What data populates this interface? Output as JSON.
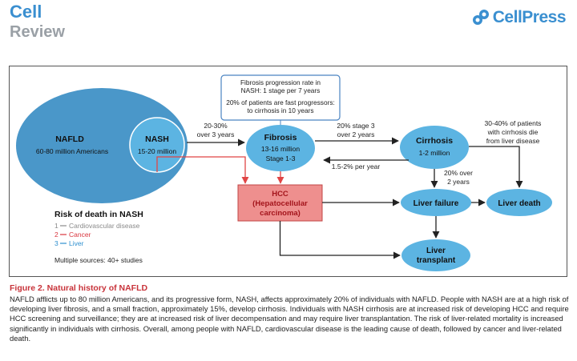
{
  "header": {
    "journal": "Cell",
    "article_type": "Review",
    "publisher": "CellPress"
  },
  "diagram": {
    "nafld": {
      "title": "NAFLD",
      "subtitle": "60-80 million Americans"
    },
    "nash": {
      "title": "NASH",
      "subtitle": "15-20 million"
    },
    "progression_note": {
      "line1": "Fibrosis progression rate in",
      "line2": "NASH: 1 stage per 7 years",
      "line3": "20% of patients are fast progressors:",
      "line4": "to cirrhosis in 10 years"
    },
    "fibrosis": {
      "title": "Fibrosis",
      "line2": "13-16 million",
      "line3": "Stage 1-3"
    },
    "cirrhosis": {
      "title": "Cirrhosis",
      "line2": "1-2 million"
    },
    "hcc": {
      "line1": "HCC",
      "line2": "(Hepatocellular",
      "line3": "carcinoma)"
    },
    "liver_failure": "Liver failure",
    "liver_death": "Liver death",
    "liver_transplant": {
      "line1": "Liver",
      "line2": "transplant"
    },
    "labels": {
      "nash_to_fibrosis_1": "20-30%",
      "nash_to_fibrosis_2": "over 3 years",
      "fibrosis_to_cirrhosis_1": "20% stage 3",
      "fibrosis_to_cirrhosis_2": "over 2 years",
      "cirrhosis_to_hcc": "1.5-2% per year",
      "cirrhosis_death_1": "30-40% of patients",
      "cirrhosis_death_2": "with cirrhosis die",
      "cirrhosis_death_3": "from liver disease",
      "cirrhosis_to_failure_1": "20% over",
      "cirrhosis_to_failure_2": "2 years"
    },
    "legend": {
      "title": "Risk of death in NASH",
      "items": [
        {
          "number": "1",
          "label": "Cardiovascular disease",
          "color": "#8a8a8a"
        },
        {
          "number": "2",
          "label": "Cancer",
          "color": "#d9363e"
        },
        {
          "number": "3",
          "label": "Liver",
          "color": "#2e8fcf"
        }
      ],
      "sources": "Multiple sources: 40+ studies"
    },
    "colors": {
      "nafld_fill": "#4a97c9",
      "stage_fill": "#5cb4e2",
      "hcc_fill": "#ee8f8e",
      "hcc_text": "#a3141b",
      "red_arrow": "#e04545",
      "dark_arrow": "#222222",
      "brand_blue": "#3a8fd0"
    }
  },
  "caption": {
    "title": "Figure 2.  Natural history of NAFLD",
    "body": "NAFLD afflicts up to 80 million Americans, and its progressive form, NASH, affects approximately 20% of individuals with NAFLD. People with NASH are at a high risk of developing liver fibrosis, and a small fraction, approximately 15%, develop cirrhosis. Individuals with NASH cirrhosis are at increased risk of developing HCC and require HCC screening and surveillance; they are at increased risk of liver decompensation and may require liver transplantation. The risk of liver-related mortality is increased significantly in individuals with cirrhosis. Overall, among people with NAFLD, cardiovascular disease is the leading cause of death, followed by cancer and liver-related death."
  }
}
